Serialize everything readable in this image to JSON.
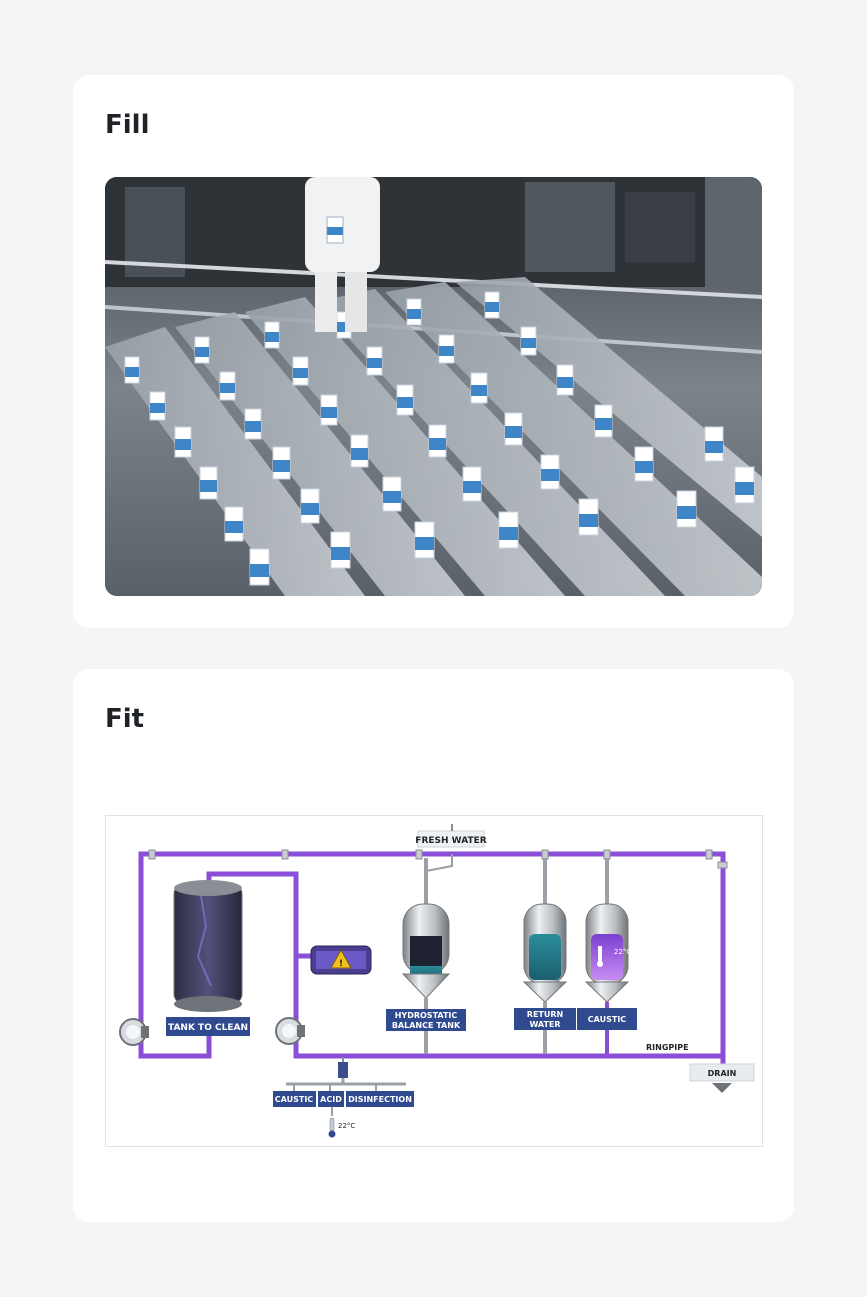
{
  "cards": [
    {
      "title": "Fill"
    },
    {
      "title": "Fit"
    }
  ],
  "diagram": {
    "labels": {
      "fresh_water": "FRESH WATER",
      "tank_to_clean": "TANK TO CLEAN",
      "hydrostatic_line1": "HYDROSTATIC",
      "hydrostatic_line2": "BALANCE  TANK",
      "return_line1": "RETURN",
      "return_line2": "WATER",
      "caustic_tank": "CAUSTIC",
      "ringpipe": "RINGPIPE",
      "drain": "DRAIN",
      "dosing_caustic": "CAUSTIC",
      "dosing_acid": "ACID",
      "dosing_disinfection": "DISINFECTION",
      "temp_bottom": "22°C",
      "temp_tank": "22°C"
    }
  },
  "colors": {
    "pipe": "#8a4fd6",
    "label_bg": "#2f4a8f",
    "tank_dark": "#2b2f44"
  }
}
